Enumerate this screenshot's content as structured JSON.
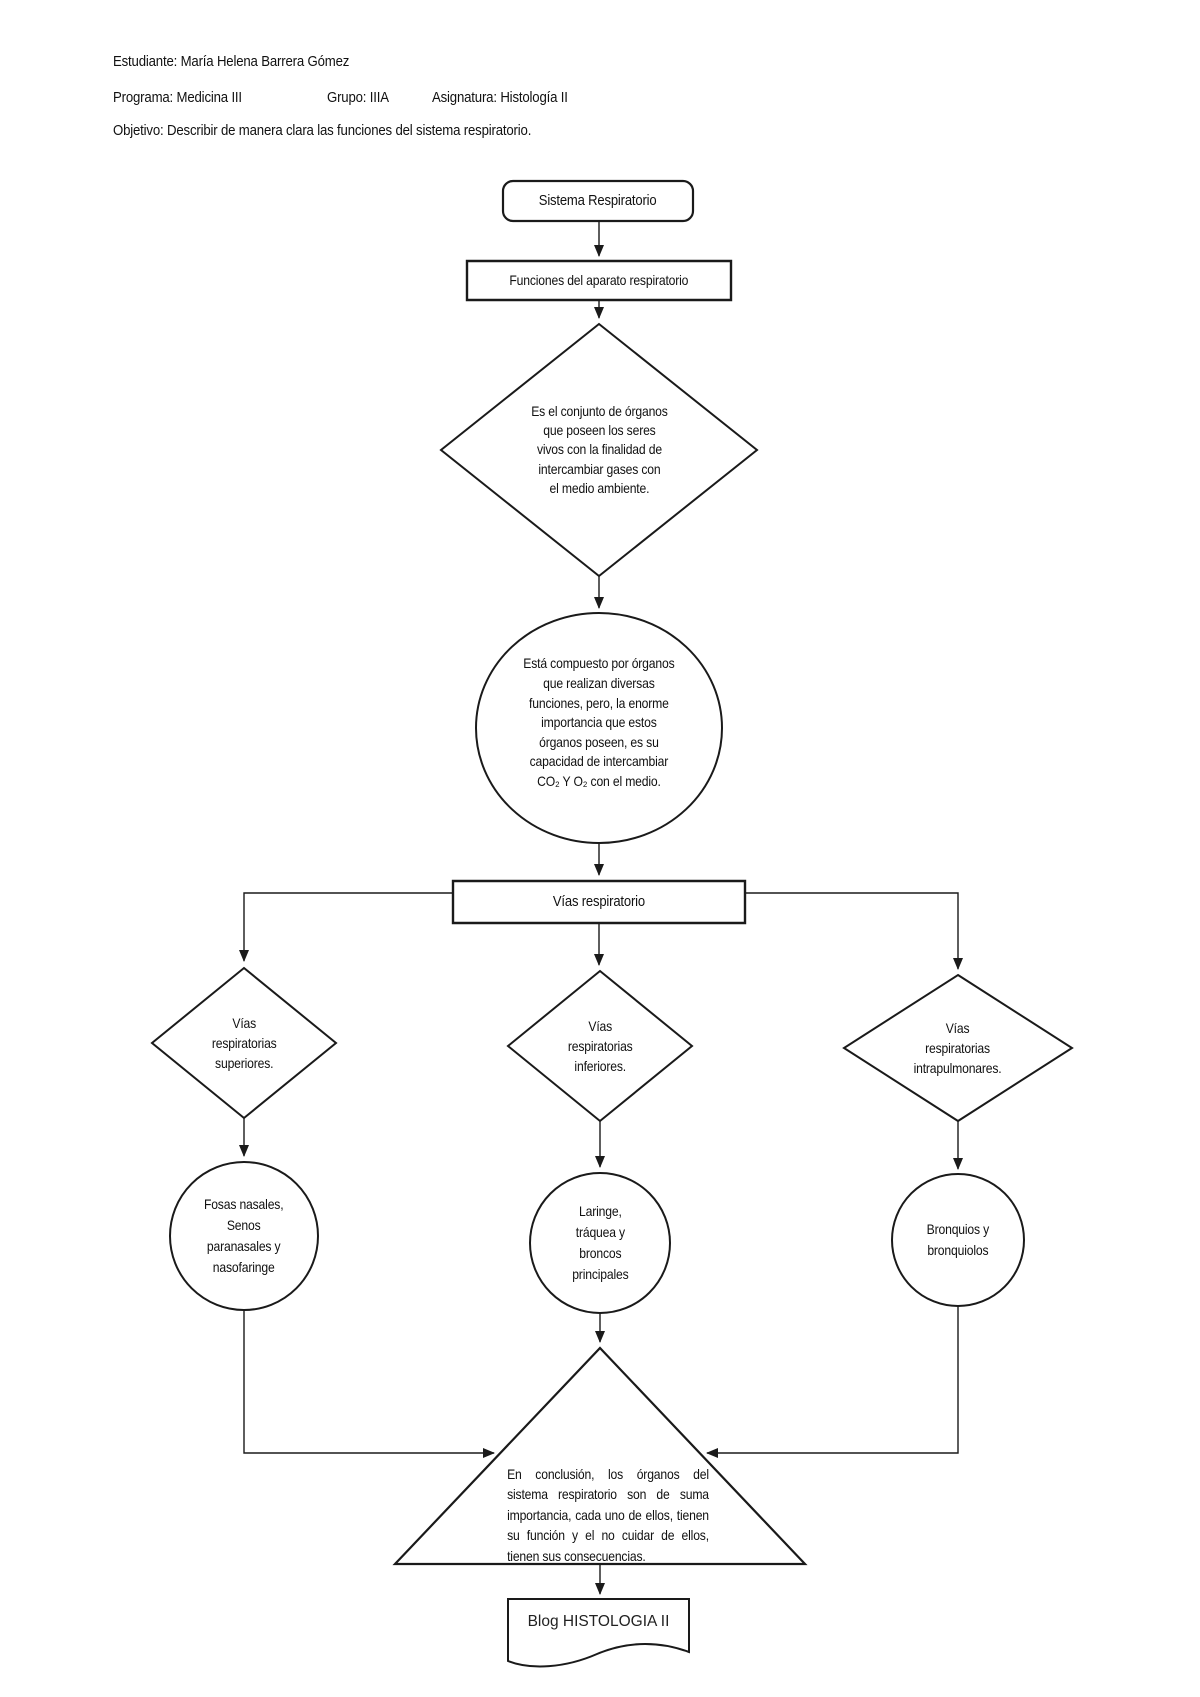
{
  "header": {
    "student": "Estudiante: María Helena Barrera Gómez",
    "program": "Programa: Medicina III",
    "group": "Grupo: IIIA",
    "subject": "Asignatura: Histología II",
    "objective": "Objetivo: Describir de manera clara las funciones del sistema respiratorio."
  },
  "flowchart": {
    "start": "Sistema Respiratorio",
    "functions_box": "Funciones del aparato respiratorio",
    "definition_diamond": "Es el conjunto de órganos\nque poseen los seres\nvivos con la finalidad de\nintercambiar gases con\nel medio ambiente.",
    "composition_circle": "Está compuesto por órganos\nque realizan diversas\nfunciones, pero, la enorme\nimportancia que estos\nórganos poseen, es su\ncapacidad de intercambiar\nCO₂ Y O₂ con el medio.",
    "airways_box": "Vías respiratorio",
    "branch_upper_diamond": "Vías\nrespiratorias\nsuperiores.",
    "branch_lower_diamond": "Vías\nrespiratorias\ninferiores.",
    "branch_intrapulmonary_diamond": "Vías\nrespiratorias\nintrapulmonares.",
    "upper_organs_circle": "Fosas nasales,\nSenos\nparanasales y\nnasofaringe",
    "lower_organs_circle": "Laringe,\ntráquea y\nbroncos\nprincipales",
    "intrapulmonary_organs_circle": "Bronquios y\nbronquiolos",
    "conclusion_lines": [
      "En conclusión, los órganos del",
      "sistema respiratorio son de suma",
      "importancia, cada uno de ellos, tienen",
      "su función y el no cuidar de ellos,",
      "tienen sus consecuencias."
    ],
    "blog_document": "Blog HISTOLOGIA II"
  },
  "colors": {
    "line": "#1a1a1a",
    "text": "#111111",
    "background": "#ffffff"
  }
}
